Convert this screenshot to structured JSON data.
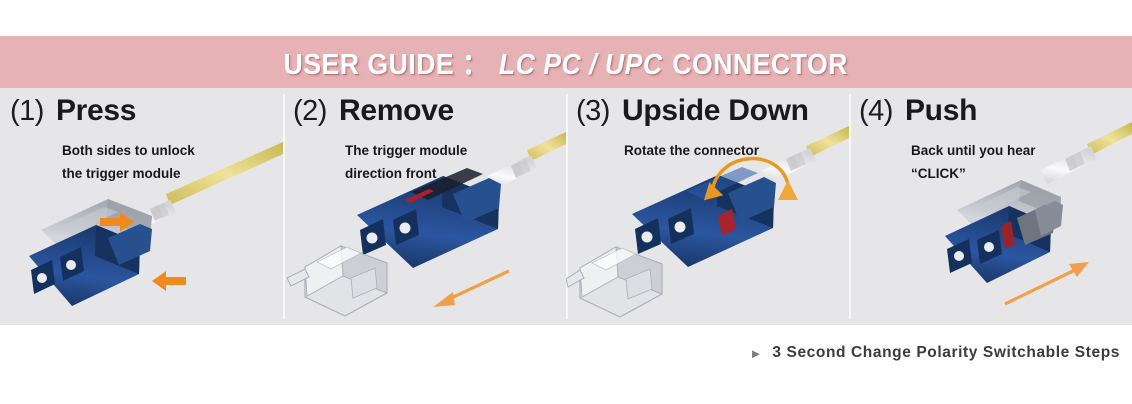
{
  "banner": {
    "title_prefix": "USER GUIDE ：",
    "title_emphasis": "LC PC / UPC",
    "title_suffix": "CONNECTOR",
    "background_color": "#e7b2b5",
    "text_color": "#ffffff"
  },
  "steps": [
    {
      "number": "(1)",
      "title": "Press",
      "description": "Both sides to unlock\nthe trigger module",
      "art": "lc-connector-with-trigger-module-press-arrows"
    },
    {
      "number": "(2)",
      "title": "Remove",
      "description": "The trigger module\ndirection front",
      "art": "lc-connector-trigger-module-removed-arrow-left"
    },
    {
      "number": "(3)",
      "title": "Upside Down",
      "description": "Rotate the connector",
      "art": "lc-connector-rotate-curved-arrow"
    },
    {
      "number": "(4)",
      "title": "Push",
      "description": "Back until you hear\n“CLICK”",
      "art": "lc-connector-reassembled-arrow-right"
    }
  ],
  "footer": {
    "marker": "►",
    "text": "3 Second Change Polarity Switchable Steps"
  },
  "colors": {
    "panel_background": "#e6e6e8",
    "arrow_orange": "#f08a1e",
    "connector_blue": "#1d3f7a",
    "fiber_yellow": "#d9c867",
    "boot_white": "#f2f2f2",
    "module_grey": "#b9bcc2"
  }
}
